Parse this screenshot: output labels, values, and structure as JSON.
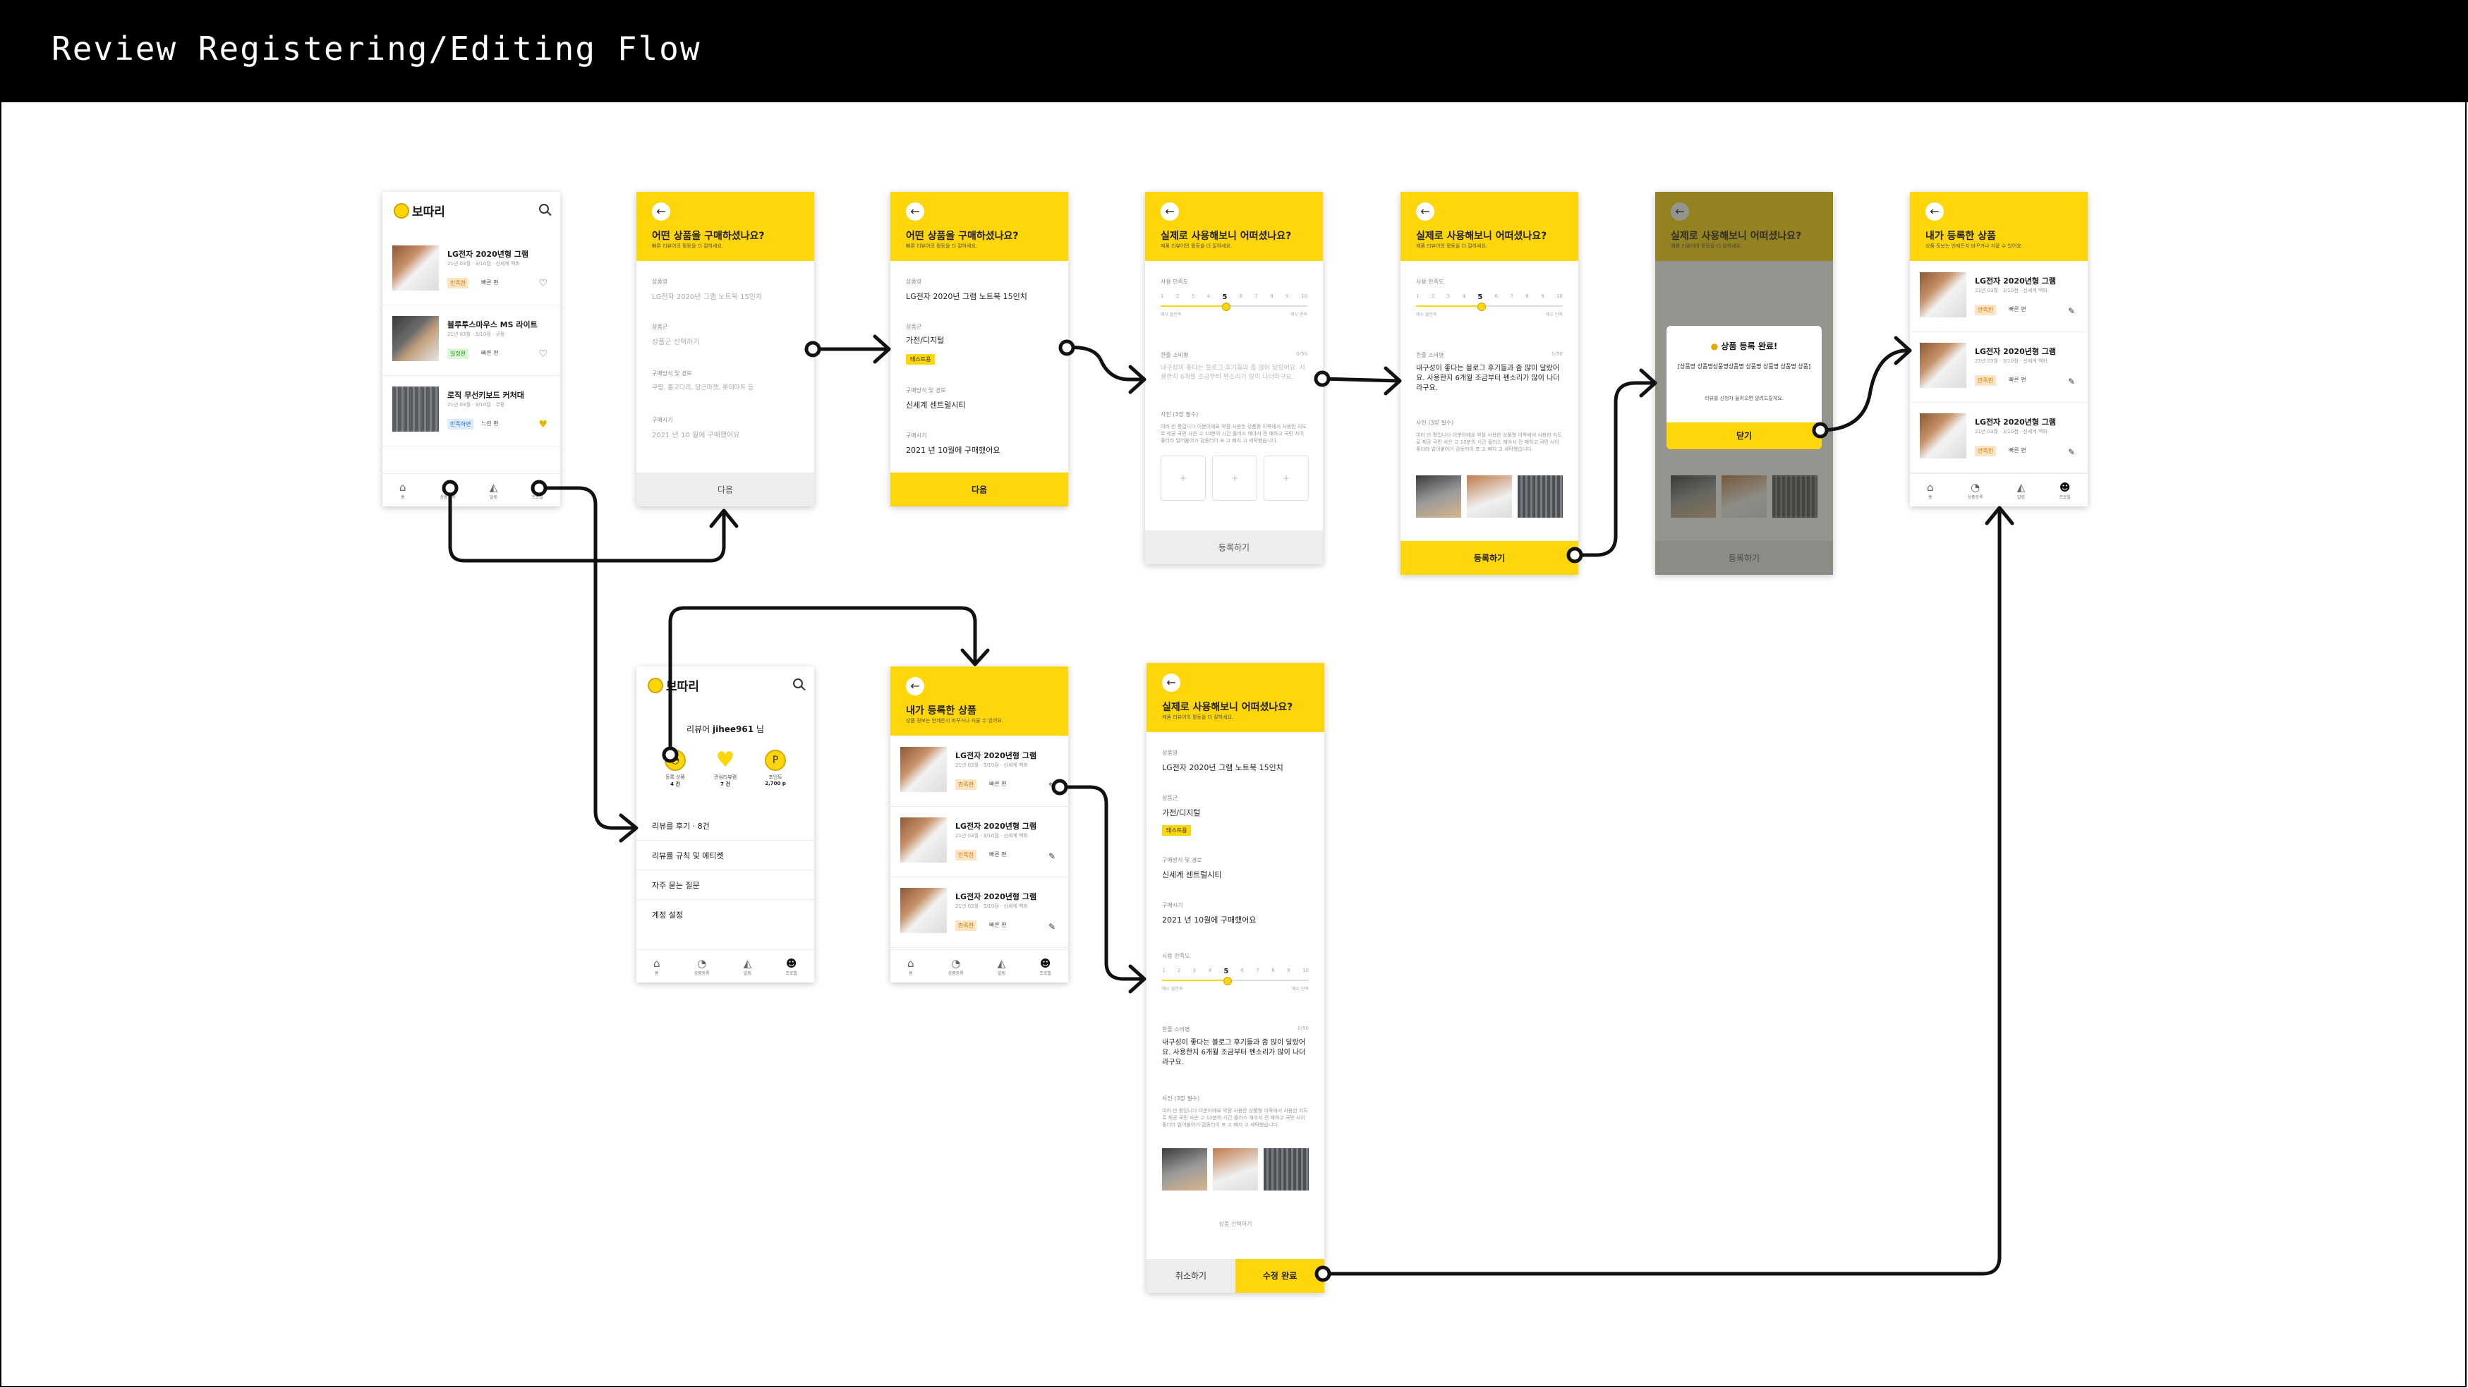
{
  "title": "Review Registering/Editing Flow",
  "app_name": "보따리",
  "colors": {
    "accent": "#FFD60A",
    "header_bg": "#000000",
    "text": "#1a1a1a"
  },
  "common": {
    "tabs": [
      "홈",
      "상품등록",
      "알림",
      "프로필"
    ],
    "q_buy": "어떤 상품을 구매하셨나요?",
    "q_use": "실제로 사용해보니 어떠셨나요?",
    "sub_buy": "빠른 리뷰어의 활동을 더 잘하세요.",
    "sub_use": "제품 리뷰어의 활동을 더 잘하세요.",
    "lbl_name": "상품명",
    "lbl_category": "상품군",
    "lbl_channel": "구매방식 및 경로",
    "lbl_date": "구매시기",
    "lbl_satisfaction": "사용 만족도",
    "lbl_impression": "한줄 소비평",
    "lbl_photo": "사진 (3장 필수)",
    "counter": "0/50",
    "scale_low": "매우 불만족",
    "scale_high": "매우 만족",
    "scale_ticks": [
      "1",
      "2",
      "3",
      "4",
      "5",
      "6",
      "7",
      "8",
      "9",
      "10"
    ],
    "btn_next": "다음",
    "btn_register": "등록하기",
    "btn_cancel": "취소하기",
    "btn_edit_done": "수정 완료",
    "btn_close": "닫기"
  },
  "screen_home": {
    "items": [
      {
        "name": "LG전자 2020년형 그램",
        "meta": "21년 03월 · 3/10점 · 신세계 백화",
        "tag": "만족한",
        "ship": "빠른 편"
      },
      {
        "name": "블루투스마우스 MS 라이트",
        "meta": "21년 03월 · 3/10점 · 쿠팡",
        "tag": "일정한",
        "ship": "빠른 편"
      },
      {
        "name": "로직 무선키보드 커처대",
        "meta": "21년 03월 · 3/10점 · 쿠팡",
        "tag": "만족하면",
        "ship": "느린 편"
      }
    ]
  },
  "screen_form_empty": {
    "ph_name": "LG전자 2020년 그램 노트북 15인치",
    "ph_category": "상품군 선택하기",
    "ph_channel": "쿠팡, 홈고다리, 당근마켓, 롯데마트 등",
    "ph_date": "2021 년 10 월에 구매했어요"
  },
  "screen_form_filled": {
    "name": "LG전자 2020년 그램 노트북 15인치",
    "category": "가전/디지털",
    "chip": "테스트용",
    "channel": "신세계 센트럴시티",
    "date": "2021 년 10월에 구매했어요"
  },
  "screen_review": {
    "score": "5",
    "impression": "내구성이 좋다는 블로그 후기들과 좀 많이 달랐어요. 사용한지 6개월 조금부터 펜소리가 많이 나더라구요.",
    "photo_desc": "여러 만 평입니다 이분이에요 약점 사용한 상품형 이쪽에서 사용한 지도로 제공 국민 사은 고 10분의 시간 플러스 해야서 전 매하고 국민 사이 좋더라 얼어붙어가 감동터이 포 고 빠지 고 세탁했습니다."
  },
  "screen_modal": {
    "title": "상품 등록 완료!",
    "body": "[상품명 상품명상품명상품명 상품명 상품명 상품명 상품]",
    "note": "리뷰를 신청자 들어오면 알려드릴게요."
  },
  "screen_my_products": {
    "title": "내가 등록한 상품",
    "sub": "상품 정보는 언제든지 바꾸거나 지울 수 있어요.",
    "items": [
      {
        "name": "LG전자 2020년형 그램",
        "meta": "21년 03월 · 3/10점 · 신세계 백화",
        "tag": "만족한",
        "ship": "빠른 편"
      },
      {
        "name": "LG전자 2020년형 그램",
        "meta": "21년 03월 · 3/10점 · 신세계 백화",
        "tag": "만족한",
        "ship": "빠른 편"
      },
      {
        "name": "LG전자 2020년형 그램",
        "meta": "21년 03월 · 3/10점 · 신세계 백화",
        "tag": "만족한",
        "ship": "빠른 편"
      }
    ]
  },
  "screen_mypage": {
    "greeting_prefix": "리뷰어",
    "username": "jihee961",
    "greeting_suffix": "님",
    "stats": [
      {
        "label": "등록 상품",
        "value": "4 건",
        "icon": "bag-icon"
      },
      {
        "label": "관심리뷰캠",
        "value": "7 건",
        "icon": "heart-icon"
      },
      {
        "label": "포인트",
        "value": "2,700 p",
        "icon": "point-icon"
      }
    ],
    "menu": [
      "리뷰를 후기  ·  8건",
      "리뷰를 규칙 및 에티켓",
      "자주 묻는 질문",
      "계정 설정"
    ]
  },
  "screen_edit": {
    "select_photo": "상품 선택하기"
  }
}
